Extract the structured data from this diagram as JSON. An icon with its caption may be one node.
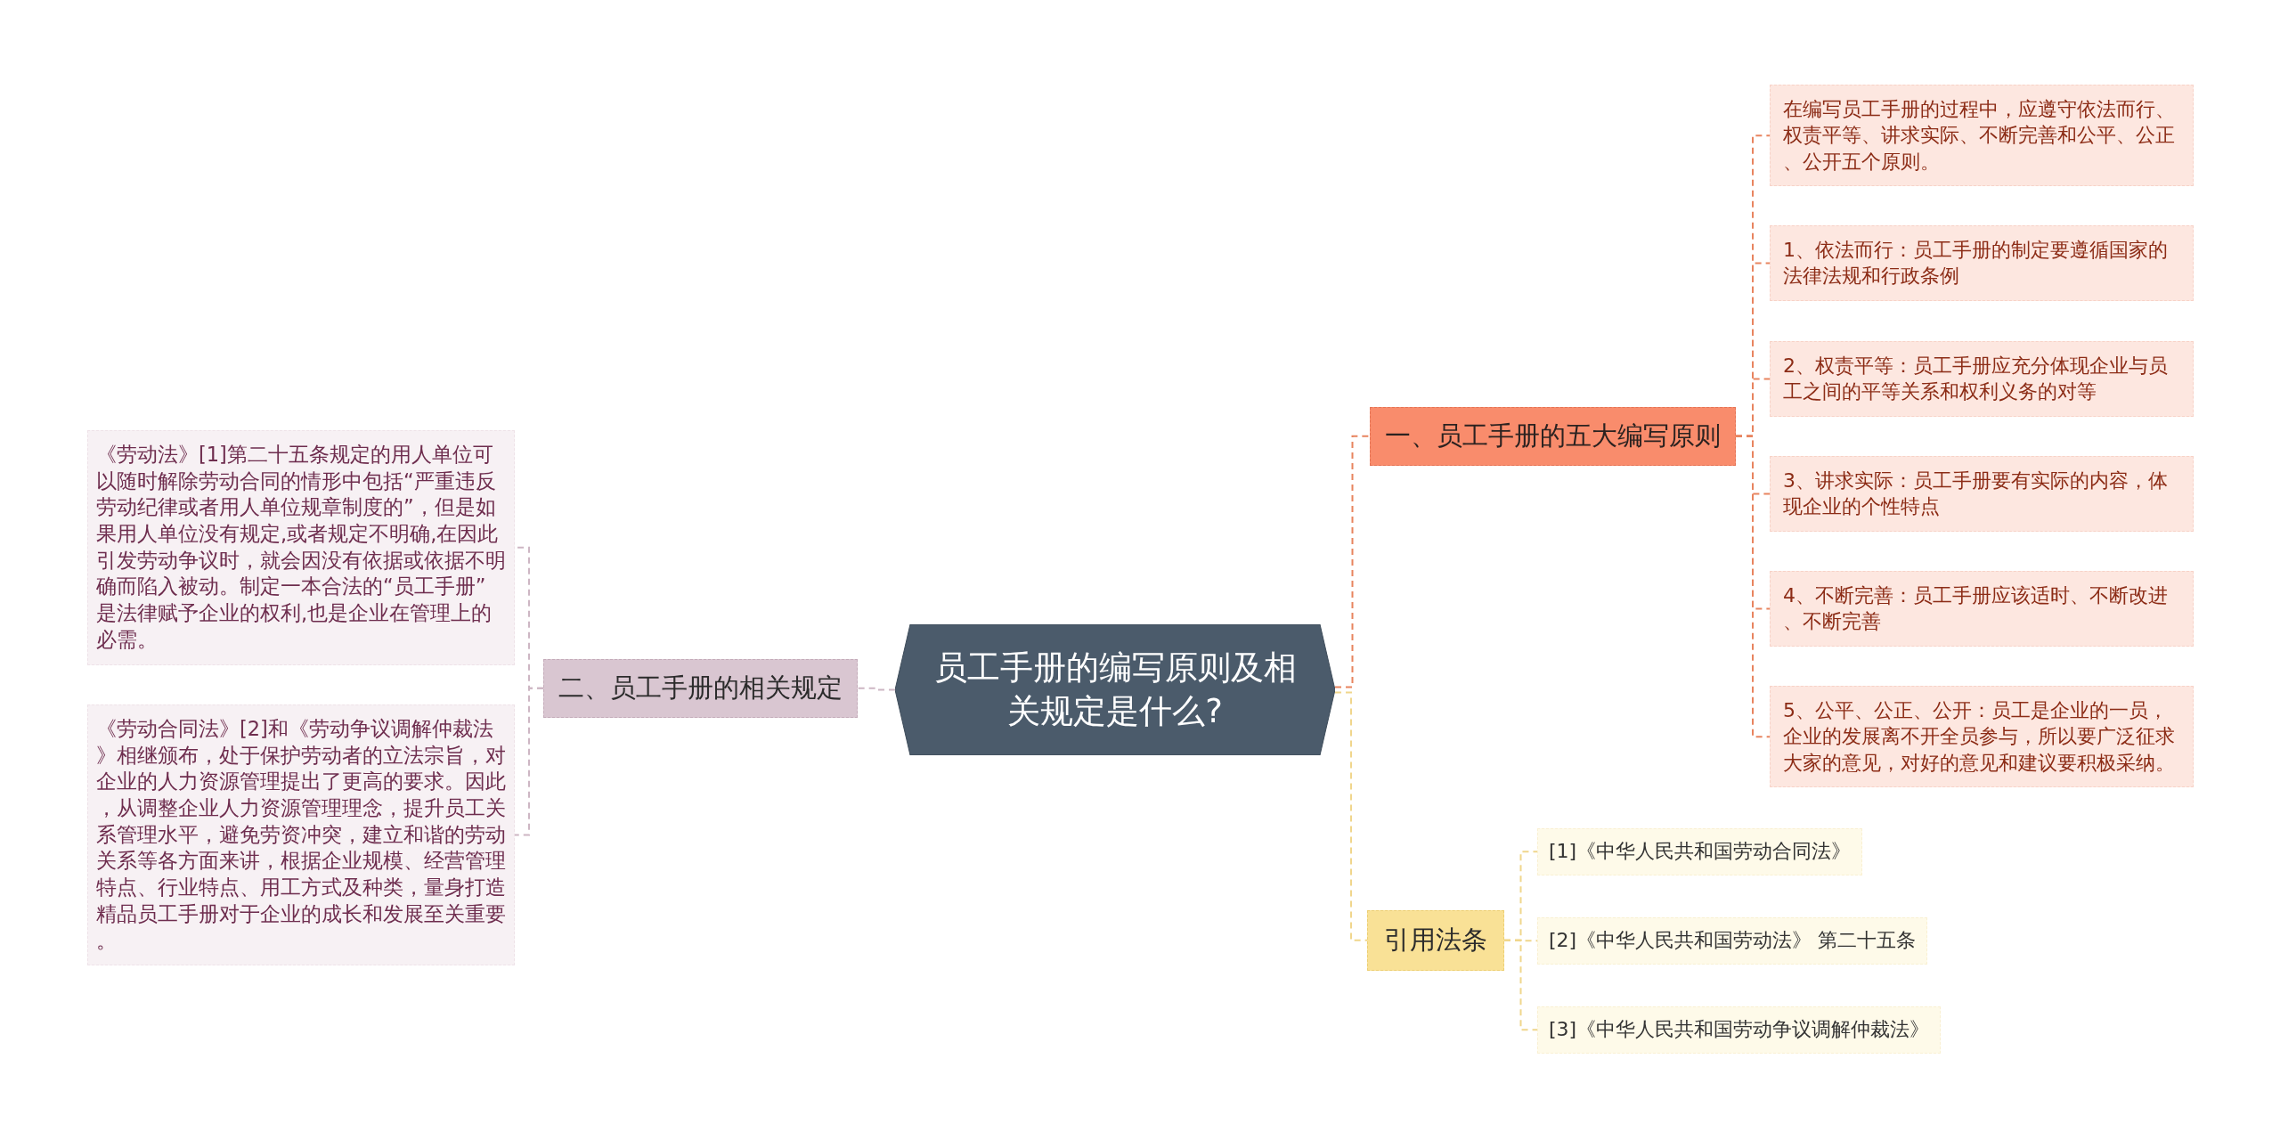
{
  "diagram": {
    "nodes": [
      {
        "text": [
          "员工手册的编写原则及相关规定是什么?"
        ]
      },
      {
        "text": [
          "一、员工手册的五大编写原则"
        ]
      },
      {
        "text": [
          "在编写员工手册的过程中，应遵守依法而行、权责平等、讲求实际、不断完善和公平、公正、公开五个原则。"
        ]
      },
      {
        "text": [
          "1、依法而行：员工手册的制定要遵循国家的法律法规和行政条例"
        ]
      },
      {
        "text": [
          "2、权责平等：员工手册应充分体现企业与员工之间的平等关系和权利义务的对等"
        ]
      },
      {
        "text": [
          "3、讲求实际：员工手册要有实际的内容，体现企业的个性特点"
        ]
      },
      {
        "text": [
          "4、不断完善：员工手册应该适时、不断改进、不断完善"
        ]
      },
      {
        "text": [
          "5、公平、公正、公开：员工是企业的一员，企业的发展离不开全员参与，所以要广泛征求大家的意见，对好的意见和建议要积极采纳。"
        ]
      },
      {
        "text": [
          "引用法条"
        ]
      },
      {
        "text": [
          "[1]《中华人民共和国劳动合同法》"
        ]
      },
      {
        "text": [
          "[2]《中华人民共和国劳动法》 第二十五条"
        ]
      },
      {
        "text": [
          "[3]《中华人民共和国劳动争议调解仲裁法》"
        ]
      },
      {
        "text": [
          "二、员工手册的相关规定"
        ]
      },
      {
        "text": [
          "《劳动法》[1]第二十五条规定的用人单位可以随时解除劳动合同的情形中包括“严重违反劳动纪律或者用人单位规章制度的”，但是如果用人单位没有规定,或者规定不明确,在因此引发劳动争议时，就会因没有依据或依据不明确而陷入被动。制定一本合法的“员工手册”是法律赋予企业的权利,也是企业在管理上的必需。"
        ]
      },
      {
        "text": [
          "《劳动合同法》[2]和《劳动争议调解仲裁法》相继颁布，处于保护劳动者的立法宗旨，对企业的人力资源管理提出了更高的要求。因此，从调整企业人力资源管理理念，提升员工关系管理水平，避免劳资冲突，建立和谐的劳动关系等各方面来讲，根据企业规模、经营管理特点、行业特点、用工方式及种类，量身打造精品员工手册对于企业的成长和发展至关重要。"
        ]
      }
    ],
    "edges": [
      {
        "from": 0,
        "to": 1,
        "arrow": "none",
        "style": "dashed"
      },
      {
        "from": 1,
        "to": 2,
        "arrow": "none",
        "style": "dashed"
      },
      {
        "from": 1,
        "to": 3,
        "arrow": "none",
        "style": "dashed"
      },
      {
        "from": 1,
        "to": 4,
        "arrow": "none",
        "style": "dashed"
      },
      {
        "from": 1,
        "to": 5,
        "arrow": "none",
        "style": "dashed"
      },
      {
        "from": 1,
        "to": 6,
        "arrow": "none",
        "style": "dashed"
      },
      {
        "from": 1,
        "to": 7,
        "arrow": "none",
        "style": "dashed"
      },
      {
        "from": 0,
        "to": 8,
        "arrow": "none",
        "style": "dashed",
        "color": "#f0d68c"
      },
      {
        "from": 8,
        "to": 9,
        "arrow": "none",
        "style": "dashed",
        "color": "#f0d68c"
      },
      {
        "from": 8,
        "to": 10,
        "arrow": "none",
        "style": "dashed",
        "color": "#f0d68c"
      },
      {
        "from": 8,
        "to": 11,
        "arrow": "none",
        "style": "dashed",
        "color": "#f0d68c"
      },
      {
        "from": 0,
        "to": 12,
        "arrow": "none",
        "style": "dashed",
        "color": "#cdb6c3"
      },
      {
        "from": 12,
        "to": 13,
        "arrow": "none",
        "style": "dashed",
        "color": "#cdb6c3"
      },
      {
        "from": 12,
        "to": 14,
        "arrow": "none",
        "style": "dashed",
        "color": "#cdb6c3"
      }
    ]
  }
}
